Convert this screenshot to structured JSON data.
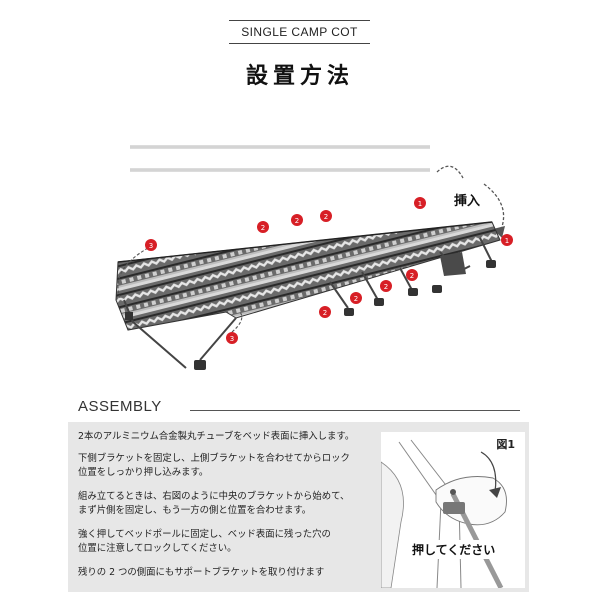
{
  "header": {
    "product_label": "SINGLE CAMP COT",
    "title": "設置方法"
  },
  "illustration": {
    "insert_label": "挿入",
    "step_badges": [
      "1",
      "1",
      "2",
      "2",
      "2",
      "2",
      "2",
      "2",
      "2",
      "3",
      "3"
    ],
    "badge_color": "#d71f26",
    "fabric_pattern": "aztec-striped",
    "fabric_color": "#555555"
  },
  "assembly": {
    "section_title": "ASSEMBLY",
    "steps": [
      "2本のアルミニウム合金製丸チューブをベッド表面に挿入します。",
      "下側ブラケットを固定し、上側ブラケットを合わせてからロック\n位置をしっかり押し込みます。",
      "組み立てるときは、右図のように中央のブラケットから始めて、\nまず片側を固定し、もう一方の側と位置を合わせます。",
      "強く押してベッドポールに固定し、ベッド表面に残った穴の\n位置に注意してロックしてください。",
      "残りの 2 つの側面にもサポートブラケットを取り付けます"
    ],
    "figure": {
      "label": "図1",
      "caption": "押してください"
    }
  }
}
